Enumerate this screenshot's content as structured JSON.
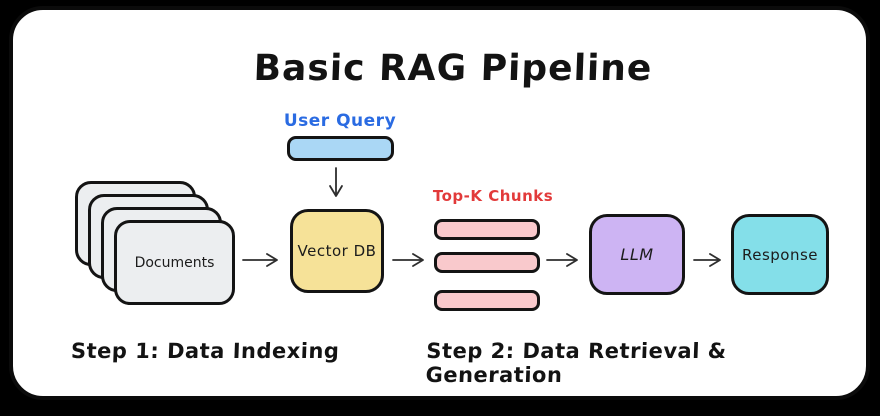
{
  "diagram": {
    "title": "Basic RAG Pipeline",
    "user_query": {
      "label": "User Query",
      "text_color": "#2a6be2",
      "fill": "#aad7f5"
    },
    "documents": {
      "label": "Documents",
      "fill": "#eceef0",
      "stack_count": 4
    },
    "vector_db": {
      "label": "Vector DB",
      "fill": "#f6e298"
    },
    "chunks": {
      "label": "Top-K Chunks",
      "label_color": "#e23a3a",
      "fill": "#f9c9cc",
      "count": 3
    },
    "llm": {
      "label": "LLM",
      "fill": "#cdb4f3"
    },
    "response": {
      "label": "Response",
      "fill": "#84dfe9"
    },
    "steps": [
      {
        "label": "Step 1: Data Indexing"
      },
      {
        "label": "Step 2: Data Retrieval & Generation"
      }
    ]
  }
}
